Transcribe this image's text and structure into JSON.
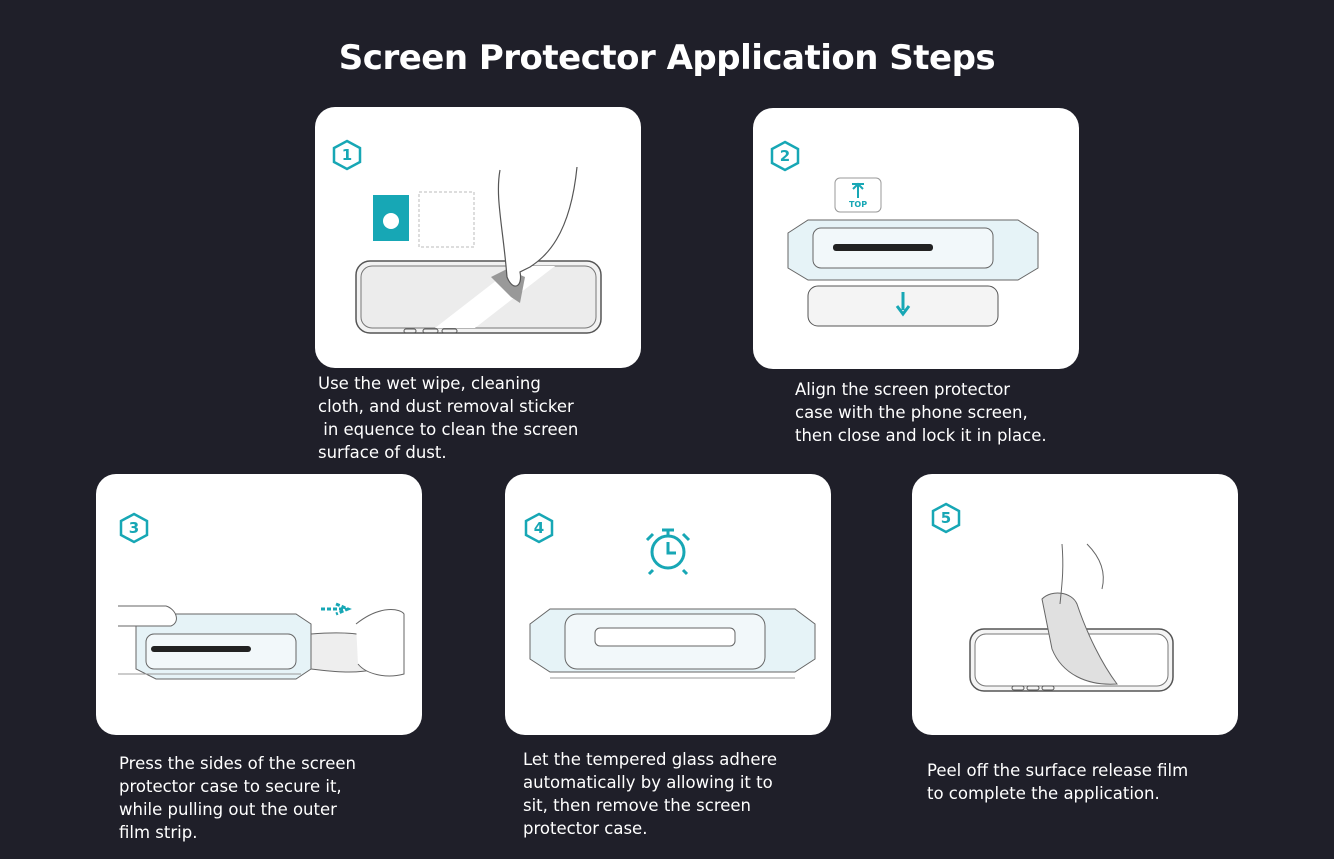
{
  "title": "Screen Protector Application Steps",
  "accent_color": "#17a7b5",
  "steps": [
    {
      "number": "1",
      "lines": [
        "Use the wet wipe, cleaning",
        "cloth, and dust removal sticker",
        " in equence to clean the screen",
        "surface of dust."
      ]
    },
    {
      "number": "2",
      "top_label": "TOP",
      "lines": [
        "Align the screen protector",
        "case with the phone screen,",
        "then close and lock it in place."
      ]
    },
    {
      "number": "3",
      "lines": [
        "Press the sides of the screen",
        "protector case to secure it,",
        "while pulling out the outer",
        "film strip."
      ]
    },
    {
      "number": "4",
      "lines": [
        "Let the tempered glass adhere",
        "automatically by allowing it to",
        "sit, then remove the screen",
        "protector case."
      ]
    },
    {
      "number": "5",
      "lines": [
        "Peel off the surface release film",
        "to complete the application."
      ]
    }
  ]
}
